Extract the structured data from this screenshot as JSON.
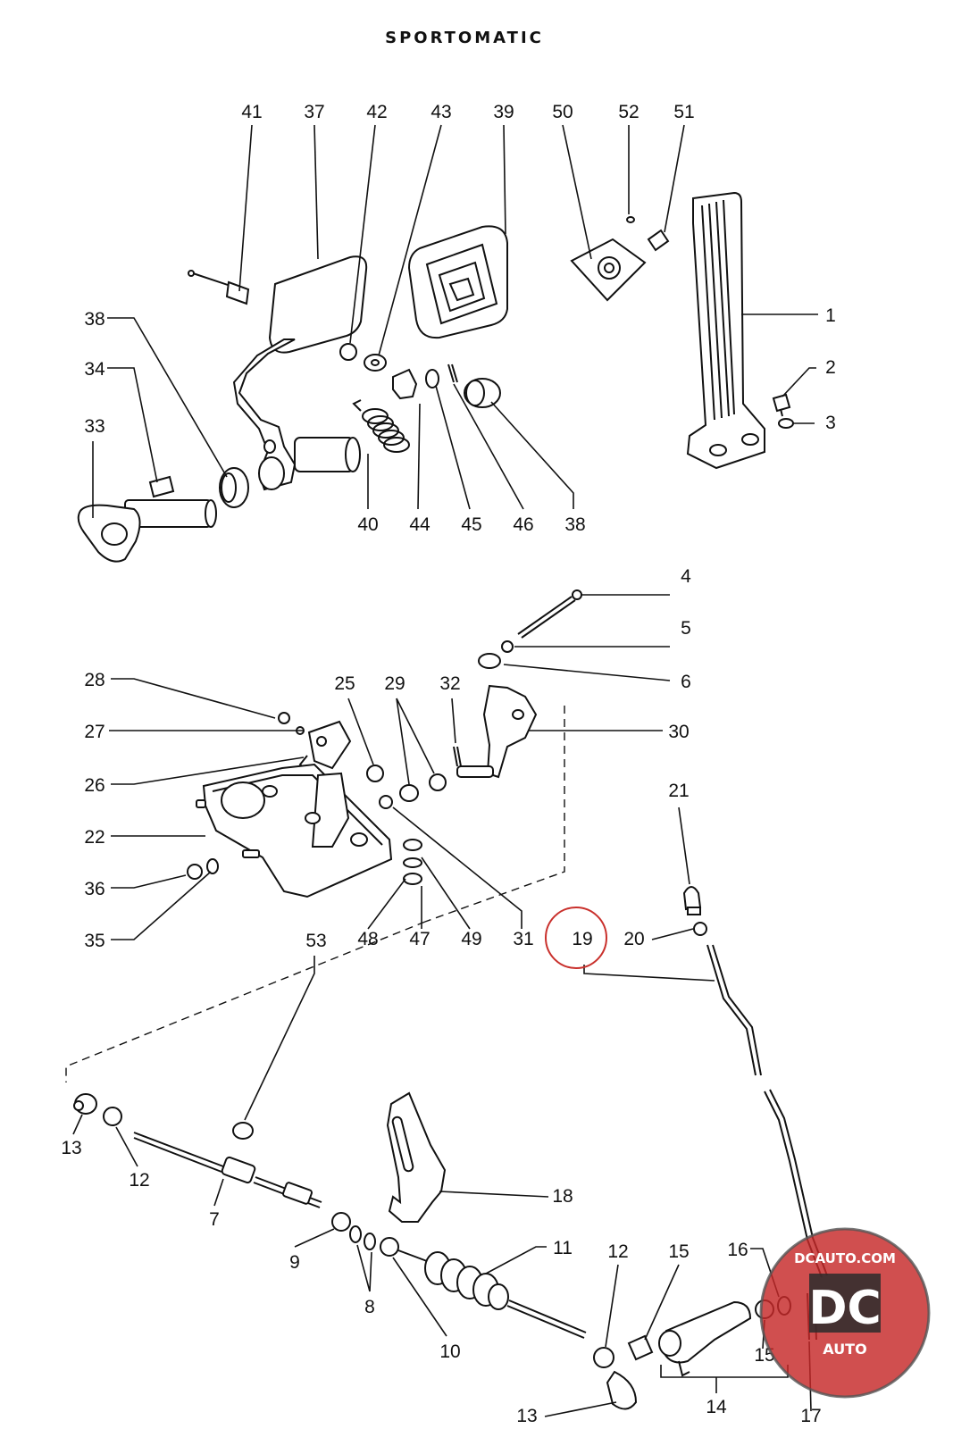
{
  "title": "SPORTOMATIC",
  "callouts": [
    {
      "n": "41"
    },
    {
      "n": "37"
    },
    {
      "n": "42"
    },
    {
      "n": "43"
    },
    {
      "n": "39"
    },
    {
      "n": "50"
    },
    {
      "n": "52"
    },
    {
      "n": "51"
    },
    {
      "n": "1"
    },
    {
      "n": "2"
    },
    {
      "n": "3"
    },
    {
      "n": "38"
    },
    {
      "n": "34"
    },
    {
      "n": "33"
    },
    {
      "n": "40"
    },
    {
      "n": "44"
    },
    {
      "n": "45"
    },
    {
      "n": "46"
    },
    {
      "n": "38"
    },
    {
      "n": "4"
    },
    {
      "n": "5"
    },
    {
      "n": "6"
    },
    {
      "n": "28"
    },
    {
      "n": "25"
    },
    {
      "n": "29"
    },
    {
      "n": "32"
    },
    {
      "n": "27"
    },
    {
      "n": "30"
    },
    {
      "n": "26"
    },
    {
      "n": "21"
    },
    {
      "n": "22"
    },
    {
      "n": "36"
    },
    {
      "n": "35"
    },
    {
      "n": "53"
    },
    {
      "n": "48"
    },
    {
      "n": "47"
    },
    {
      "n": "49"
    },
    {
      "n": "31"
    },
    {
      "n": "19"
    },
    {
      "n": "20"
    },
    {
      "n": "13"
    },
    {
      "n": "12"
    },
    {
      "n": "7"
    },
    {
      "n": "18"
    },
    {
      "n": "9"
    },
    {
      "n": "11"
    },
    {
      "n": "8"
    },
    {
      "n": "10"
    },
    {
      "n": "12"
    },
    {
      "n": "15"
    },
    {
      "n": "16"
    },
    {
      "n": "15"
    },
    {
      "n": "14"
    },
    {
      "n": "13"
    },
    {
      "n": "17"
    }
  ],
  "highlight": {
    "n": "19",
    "color": "#c9302c"
  },
  "watermark": {
    "line1": "DCAUTO.COM",
    "logo": "DC",
    "line2": "AUTO",
    "accent": "#c62828"
  }
}
